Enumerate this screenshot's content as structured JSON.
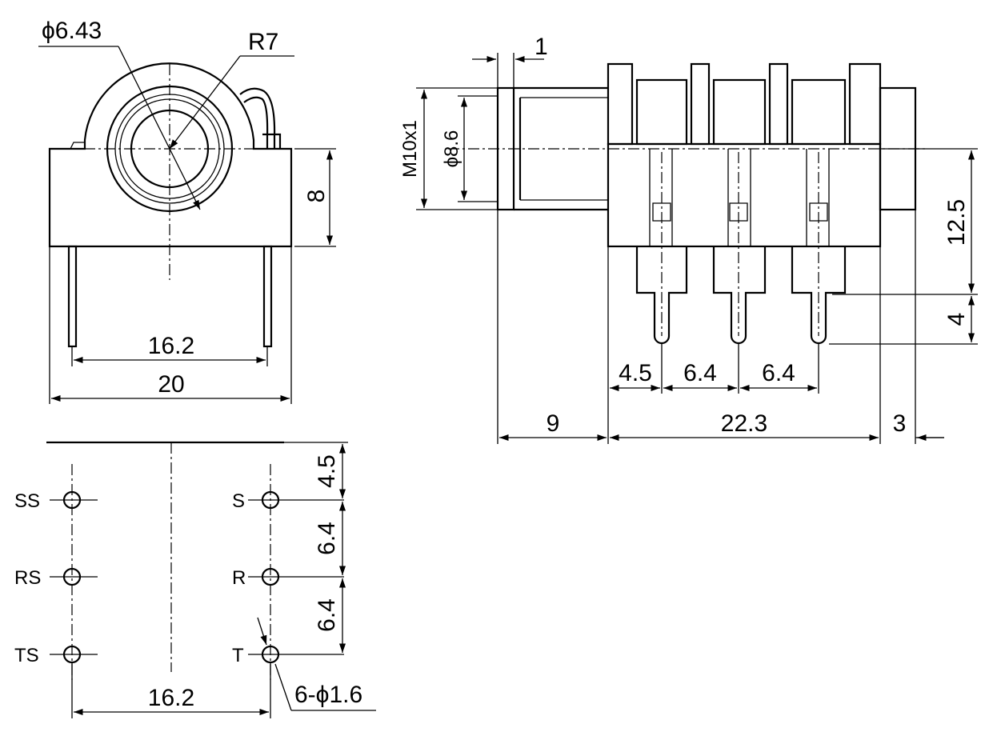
{
  "front_view": {
    "diameter_label": "ϕ6.43",
    "radius_label": "R7",
    "height_label": "8",
    "pin_span_label": "16.2",
    "width_label": "20"
  },
  "side_view": {
    "flange_label": "1",
    "thread_label": "M10x1",
    "barrel_diameter_label": "ϕ8.6",
    "height_label": "12.5",
    "pin_length_label": "4",
    "pitch_first_label": "4.5",
    "pitch_second_label": "6.4",
    "pitch_third_label": "6.4",
    "barrel_length_label": "9",
    "body_length_label": "22.3",
    "rear_label": "3"
  },
  "pcb_layout": {
    "pins_left": [
      "SS",
      "RS",
      "TS"
    ],
    "pins_right": [
      "S",
      "R",
      "T"
    ],
    "spacing_top_label": "4.5",
    "spacing_mid_label": "6.4",
    "spacing_bottom_label": "6.4",
    "pin_span_label": "16.2",
    "hole_label": "6-ϕ1.6"
  }
}
